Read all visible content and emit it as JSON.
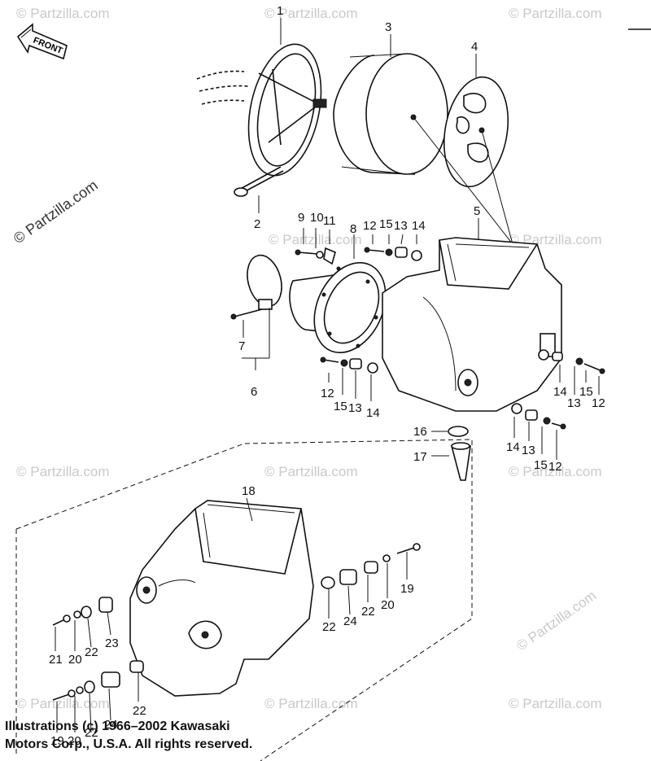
{
  "watermark": {
    "text": "© Partzilla.com",
    "color": "#c9c9c9"
  },
  "front_arrow": {
    "label": "FRONT"
  },
  "callouts": [
    {
      "id": "c1",
      "text": "1"
    },
    {
      "id": "c2",
      "text": "2"
    },
    {
      "id": "c3",
      "text": "3"
    },
    {
      "id": "c4",
      "text": "4"
    },
    {
      "id": "c5",
      "text": "5"
    },
    {
      "id": "c6",
      "text": "6"
    },
    {
      "id": "c7",
      "text": "7"
    },
    {
      "id": "c8",
      "text": "8"
    },
    {
      "id": "c9",
      "text": "9"
    },
    {
      "id": "c10",
      "text": "10"
    },
    {
      "id": "c11",
      "text": "11"
    },
    {
      "id": "c12a",
      "text": "12"
    },
    {
      "id": "c15a",
      "text": "15"
    },
    {
      "id": "c13a",
      "text": "13"
    },
    {
      "id": "c14a",
      "text": "14"
    },
    {
      "id": "c12b",
      "text": "12"
    },
    {
      "id": "c15b",
      "text": "15"
    },
    {
      "id": "c13b",
      "text": "13"
    },
    {
      "id": "c14b",
      "text": "14"
    },
    {
      "id": "c14c",
      "text": "14"
    },
    {
      "id": "c13c",
      "text": "13"
    },
    {
      "id": "c15c",
      "text": "15"
    },
    {
      "id": "c12c",
      "text": "12"
    },
    {
      "id": "c14d",
      "text": "14"
    },
    {
      "id": "c13d",
      "text": "13"
    },
    {
      "id": "c15d",
      "text": "15"
    },
    {
      "id": "c12d",
      "text": "12"
    },
    {
      "id": "c16",
      "text": "16"
    },
    {
      "id": "c17",
      "text": "17"
    },
    {
      "id": "c18",
      "text": "18"
    },
    {
      "id": "c19",
      "text": "19"
    },
    {
      "id": "c20a",
      "text": "20"
    },
    {
      "id": "c22a",
      "text": "22"
    },
    {
      "id": "c22b",
      "text": "22"
    },
    {
      "id": "c24a",
      "text": "24"
    },
    {
      "id": "c21",
      "text": "21"
    },
    {
      "id": "c20b",
      "text": "20"
    },
    {
      "id": "c22c",
      "text": "22"
    },
    {
      "id": "c23",
      "text": "23"
    },
    {
      "id": "c22d",
      "text": "22"
    },
    {
      "id": "c19b",
      "text": "19"
    },
    {
      "id": "c20c",
      "text": "20"
    },
    {
      "id": "c22e",
      "text": "22"
    },
    {
      "id": "c24b",
      "text": "24"
    }
  ],
  "caption": {
    "line1": "Illustrations (c) 1966–2002 Kawasaki",
    "line2": "Motors Corp., U.S.A.  All rights reserved."
  }
}
